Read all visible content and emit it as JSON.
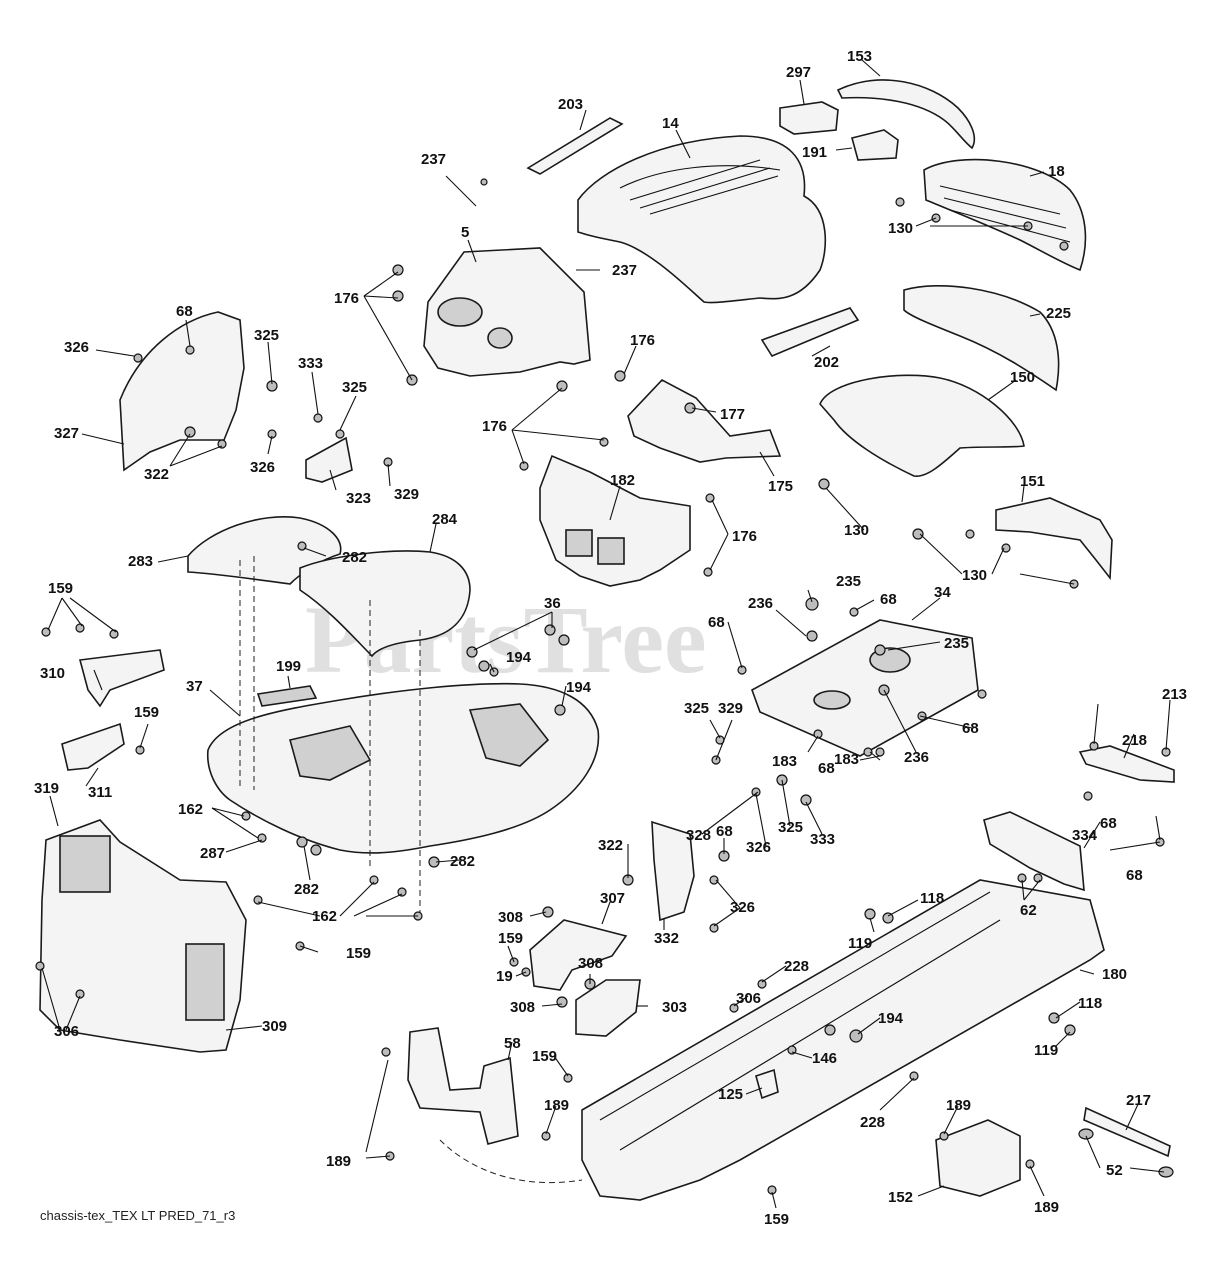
{
  "watermark": "PartsTree",
  "caption": "chassis-tex_TEX LT PRED_71_r3",
  "callouts": [
    {
      "id": "c-153",
      "label": "153"
    },
    {
      "id": "c-297",
      "label": "297"
    },
    {
      "id": "c-203",
      "label": "203"
    },
    {
      "id": "c-14",
      "label": "14"
    },
    {
      "id": "c-191",
      "label": "191"
    },
    {
      "id": "c-18",
      "label": "18"
    },
    {
      "id": "c-237a",
      "label": "237"
    },
    {
      "id": "c-130a",
      "label": "130"
    },
    {
      "id": "c-5",
      "label": "5"
    },
    {
      "id": "c-237b",
      "label": "237"
    },
    {
      "id": "c-176a",
      "label": "176"
    },
    {
      "id": "c-225",
      "label": "225"
    },
    {
      "id": "c-68a",
      "label": "68"
    },
    {
      "id": "c-326a",
      "label": "326"
    },
    {
      "id": "c-325a",
      "label": "325"
    },
    {
      "id": "c-333a",
      "label": "333"
    },
    {
      "id": "c-325b",
      "label": "325"
    },
    {
      "id": "c-176b",
      "label": "176"
    },
    {
      "id": "c-202",
      "label": "202"
    },
    {
      "id": "c-150",
      "label": "150"
    },
    {
      "id": "c-177",
      "label": "177"
    },
    {
      "id": "c-327",
      "label": "327"
    },
    {
      "id": "c-322a",
      "label": "322"
    },
    {
      "id": "c-326b",
      "label": "326"
    },
    {
      "id": "c-323",
      "label": "323"
    },
    {
      "id": "c-329a",
      "label": "329"
    },
    {
      "id": "c-176c",
      "label": "176"
    },
    {
      "id": "c-175",
      "label": "175"
    },
    {
      "id": "c-182",
      "label": "182"
    },
    {
      "id": "c-130b",
      "label": "130"
    },
    {
      "id": "c-151",
      "label": "151"
    },
    {
      "id": "c-176d",
      "label": "176"
    },
    {
      "id": "c-284",
      "label": "284"
    },
    {
      "id": "c-283",
      "label": "283"
    },
    {
      "id": "c-282a",
      "label": "282"
    },
    {
      "id": "c-130c",
      "label": "130"
    },
    {
      "id": "c-235a",
      "label": "235"
    },
    {
      "id": "c-159a",
      "label": "159"
    },
    {
      "id": "c-36",
      "label": "36"
    },
    {
      "id": "c-236a",
      "label": "236"
    },
    {
      "id": "c-68b",
      "label": "68"
    },
    {
      "id": "c-34",
      "label": "34"
    },
    {
      "id": "c-68c",
      "label": "68"
    },
    {
      "id": "c-235b",
      "label": "235"
    },
    {
      "id": "c-199",
      "label": "199"
    },
    {
      "id": "c-194a",
      "label": "194"
    },
    {
      "id": "c-310",
      "label": "310"
    },
    {
      "id": "c-37",
      "label": "37"
    },
    {
      "id": "c-194b",
      "label": "194"
    },
    {
      "id": "c-213",
      "label": "213"
    },
    {
      "id": "c-325c",
      "label": "325"
    },
    {
      "id": "c-329b",
      "label": "329"
    },
    {
      "id": "c-68d",
      "label": "68"
    },
    {
      "id": "c-159b",
      "label": "159"
    },
    {
      "id": "c-218",
      "label": "218"
    },
    {
      "id": "c-236b",
      "label": "236"
    },
    {
      "id": "c-183a",
      "label": "183"
    },
    {
      "id": "c-68e",
      "label": "68"
    },
    {
      "id": "c-311",
      "label": "311"
    },
    {
      "id": "c-319",
      "label": "319"
    },
    {
      "id": "c-183b",
      "label": "183"
    },
    {
      "id": "c-162a",
      "label": "162"
    },
    {
      "id": "c-328",
      "label": "328"
    },
    {
      "id": "c-325d",
      "label": "325"
    },
    {
      "id": "c-68f",
      "label": "68"
    },
    {
      "id": "c-326c",
      "label": "326"
    },
    {
      "id": "c-333b",
      "label": "333"
    },
    {
      "id": "c-287",
      "label": "287"
    },
    {
      "id": "c-322b",
      "label": "322"
    },
    {
      "id": "c-68g",
      "label": "68"
    },
    {
      "id": "c-334",
      "label": "334"
    },
    {
      "id": "c-282b",
      "label": "282"
    },
    {
      "id": "c-282c",
      "label": "282"
    },
    {
      "id": "c-68h",
      "label": "68"
    },
    {
      "id": "c-307",
      "label": "307"
    },
    {
      "id": "c-162b",
      "label": "162"
    },
    {
      "id": "c-308a",
      "label": "308"
    },
    {
      "id": "c-326d",
      "label": "326"
    },
    {
      "id": "c-118a",
      "label": "118"
    },
    {
      "id": "c-62",
      "label": "62"
    },
    {
      "id": "c-332",
      "label": "332"
    },
    {
      "id": "c-159c",
      "label": "159"
    },
    {
      "id": "c-119a",
      "label": "119"
    },
    {
      "id": "c-159d",
      "label": "159"
    },
    {
      "id": "c-228a",
      "label": "228"
    },
    {
      "id": "c-19",
      "label": "19"
    },
    {
      "id": "c-308b",
      "label": "308"
    },
    {
      "id": "c-180",
      "label": "180"
    },
    {
      "id": "c-306a",
      "label": "306"
    },
    {
      "id": "c-308c",
      "label": "308"
    },
    {
      "id": "c-303",
      "label": "303"
    },
    {
      "id": "c-118b",
      "label": "118"
    },
    {
      "id": "c-306b",
      "label": "306"
    },
    {
      "id": "c-309",
      "label": "309"
    },
    {
      "id": "c-194c",
      "label": "194"
    },
    {
      "id": "c-119b",
      "label": "119"
    },
    {
      "id": "c-58",
      "label": "58"
    },
    {
      "id": "c-159e",
      "label": "159"
    },
    {
      "id": "c-146",
      "label": "146"
    },
    {
      "id": "c-125",
      "label": "125"
    },
    {
      "id": "c-189a",
      "label": "189"
    },
    {
      "id": "c-189b",
      "label": "189"
    },
    {
      "id": "c-217",
      "label": "217"
    },
    {
      "id": "c-228b",
      "label": "228"
    },
    {
      "id": "c-189c",
      "label": "189"
    },
    {
      "id": "c-52",
      "label": "52"
    },
    {
      "id": "c-152",
      "label": "152"
    },
    {
      "id": "c-189d",
      "label": "189"
    },
    {
      "id": "c-159f",
      "label": "159"
    }
  ]
}
